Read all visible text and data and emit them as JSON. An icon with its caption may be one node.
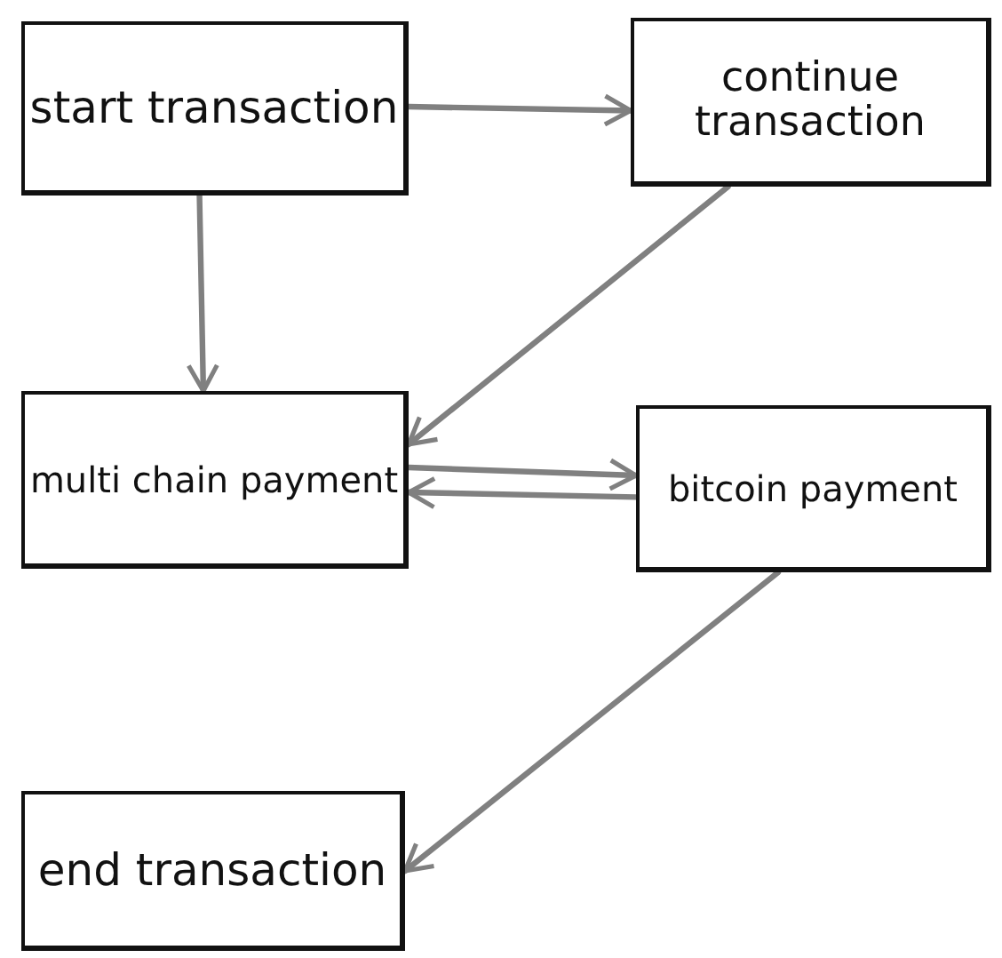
{
  "diagram": {
    "nodes": [
      {
        "text": [
          "start transaction"
        ]
      },
      {
        "text": [
          "continue transaction"
        ]
      },
      {
        "text": [
          "multi chain payment"
        ]
      },
      {
        "text": [
          "bitcoin payment"
        ]
      },
      {
        "text": [
          "end transaction"
        ]
      }
    ],
    "edges": [
      {
        "from": 0,
        "to": 1,
        "arrow": "to"
      },
      {
        "from": 0,
        "to": 2,
        "arrow": "to"
      },
      {
        "from": 1,
        "to": 2,
        "arrow": "to"
      },
      {
        "from": 2,
        "to": 3,
        "arrow": "to"
      },
      {
        "from": 3,
        "to": 2,
        "arrow": "to"
      },
      {
        "from": 3,
        "to": 4,
        "arrow": "to"
      }
    ]
  }
}
